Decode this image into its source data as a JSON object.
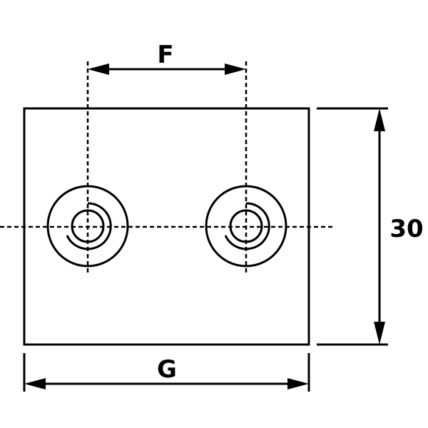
{
  "drawing": {
    "dimensions": {
      "hole_spacing_label": "F",
      "plate_width_label": "G",
      "plate_height_label": "30"
    },
    "colors": {
      "line": "#000000",
      "background": "#ffffff"
    }
  }
}
